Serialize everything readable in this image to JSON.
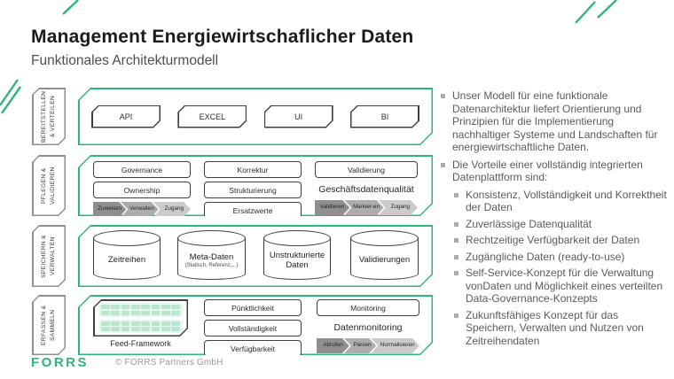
{
  "header": {
    "title": "Management Energiewirtschaflicher Daten",
    "subtitle": "Funktionales Architekturmodell"
  },
  "colors": {
    "accent_green": "#2fb577",
    "chevron_dark": "#8f8f8f",
    "chevron_mid": "#adadad",
    "chevron_light": "#cbcbcb"
  },
  "diagram": {
    "bands": [
      {
        "label": "BEREITSTELLEN & VERTEILEN",
        "boxes": [
          "API",
          "EXCEL",
          "UI",
          "BI"
        ]
      },
      {
        "label": "PFLEGEN & VALIDIEREN",
        "governance_box": "Governance",
        "ownership_box": "Ownership",
        "governance_chevrons": [
          "Zuweisen",
          "Verwalten",
          "Zugang"
        ],
        "korrektur_box": "Korrektur",
        "strukturierung_box": "Strukturierung",
        "ersatzwerte_box": "Ersatzwerte",
        "validierung_box": "Validierung",
        "quality_heading": "Geschäftsdatenqualität",
        "quality_chevrons": [
          "Validieren",
          "Markier-en",
          "Zugang"
        ]
      },
      {
        "label": "SPEICHERN & VERWALTEN",
        "cylinders": [
          {
            "title": "Zeitreihen",
            "subtitle": ""
          },
          {
            "title": "Meta-Daten",
            "subtitle": "(Statisch, Referenz,...)"
          },
          {
            "title": "Unstrukturierte Daten",
            "subtitle": ""
          },
          {
            "title": "Validierungen",
            "subtitle": ""
          }
        ]
      },
      {
        "label": "ERFASSEN & SAMMELN",
        "feed_framework_label": "Feed-Framework",
        "quality_boxes": [
          "Pünktlichkeit",
          "Vollständigkeit",
          "Verfügbarkeit"
        ],
        "monitoring_box": "Monitoring",
        "monitoring_heading": "Datenmonitoring",
        "monitoring_chevrons": [
          "Abrufen",
          "Parsen",
          "Normalisieren"
        ]
      }
    ]
  },
  "sidebar": {
    "bullets": [
      {
        "level": 1,
        "text": "Unser Modell für eine funktionale Datenarchitektur liefert Orientierung und Prinzipien für die Implementierung nachhaltiger Systeme und Landschaften für energiewirtschaftliche Daten."
      },
      {
        "level": 1,
        "text": "Die Vorteile einer vollständig integrierten Datenplattform sind:"
      },
      {
        "level": 2,
        "text": "Konsistenz, Vollständigkeit und Korrektheit der Daten"
      },
      {
        "level": 2,
        "text": "Zuverlässige Datenqualität"
      },
      {
        "level": 2,
        "text": "Rechtzeitige Verfügbarkeit der Daten"
      },
      {
        "level": 2,
        "text": "Zugängliche Daten (ready-to-use)"
      },
      {
        "level": 2,
        "text": "Self-Service-Konzept für die Verwaltung vonDaten und Möglichkeit eines verteilten Data-Governance-Konzepts"
      },
      {
        "level": 2,
        "text": "Zukunftsfähiges Konzept für das Speichern, Verwalten und Nutzen von Zeitreihendaten"
      }
    ]
  },
  "footer": {
    "logo": "FORRS",
    "copyright": "© FORRS Partners GmbH"
  }
}
